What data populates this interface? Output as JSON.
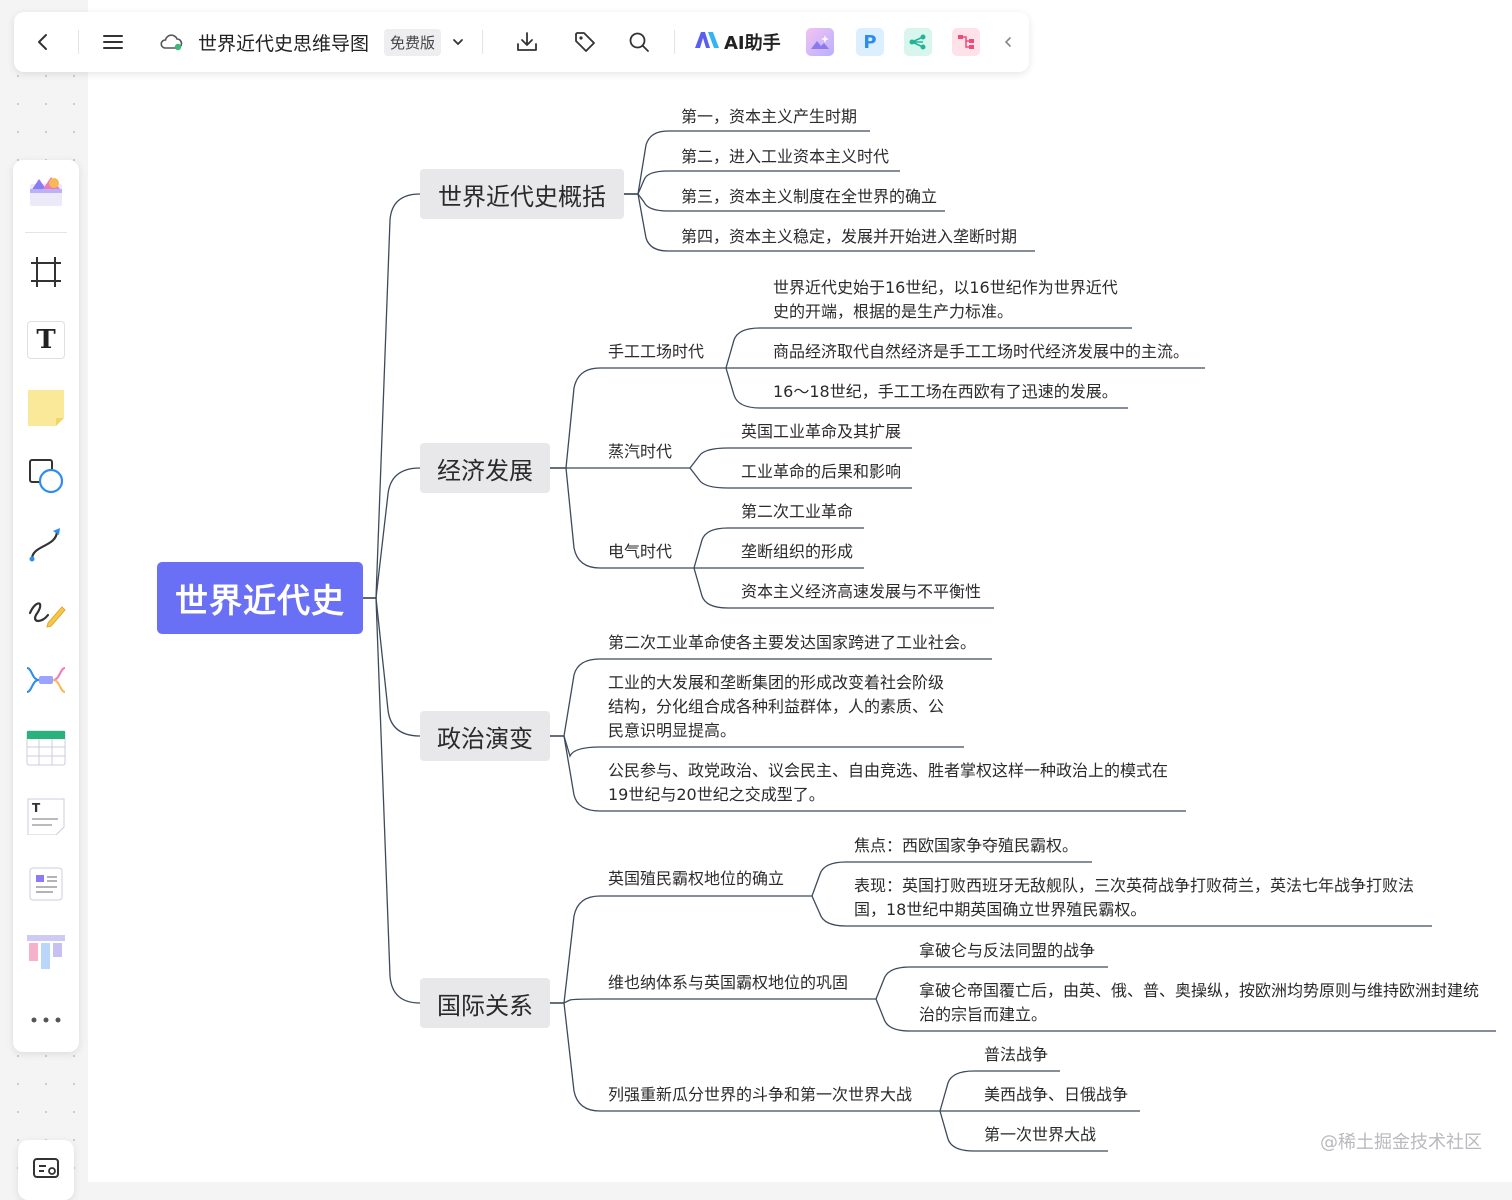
{
  "toolbar": {
    "title": "世界近代史思维导图",
    "plan_badge": "免费版",
    "ai_label": "AI助手",
    "icons": [
      "back-icon",
      "menu-icon",
      "cloud-sync-icon",
      "chevron-down-icon",
      "download-icon",
      "tag-icon",
      "search-icon",
      "ai-logo-icon",
      "image-gen-icon",
      "p-app-icon",
      "share-tree-icon",
      "mindmap-app-icon",
      "collapse-icon"
    ]
  },
  "left_toolbar": {
    "icons": [
      "template-icon",
      "frame-icon",
      "text-icon",
      "sticky-note-icon",
      "shape-icon",
      "connector-icon",
      "pen-icon",
      "mindmap-icon",
      "table-icon",
      "text-card-icon",
      "doc-card-icon",
      "kanban-icon",
      "more-icon"
    ]
  },
  "colors": {
    "accent": "#6a70f5",
    "node_bg": "#e8e8ea",
    "line": "#3e4a5c"
  },
  "mindmap": {
    "root": "世界近代史",
    "branches": [
      {
        "label": "世界近代史概括",
        "leaves": [
          "第一，资本主义产生时期",
          "第二，进入工业资本主义时代",
          "第三，资本主义制度在全世界的确立",
          "第四，资本主义稳定，发展并开始进入垄断时期"
        ]
      },
      {
        "label": "经济发展",
        "subs": [
          {
            "label": "手工工场时代",
            "leaves": [
              "世界近代史始于16世纪，以16世纪作为世界近代史的开端，根据的是生产力标准。",
              "商品经济取代自然经济是手工工场时代经济发展中的主流。",
              "16～18世纪，手工工场在西欧有了迅速的发展。"
            ]
          },
          {
            "label": "蒸汽时代",
            "leaves": [
              "英国工业革命及其扩展",
              "工业革命的后果和影响"
            ]
          },
          {
            "label": "电气时代",
            "leaves": [
              "第二次工业革命",
              "垄断组织的形成",
              "资本主义经济高速发展与不平衡性"
            ]
          }
        ]
      },
      {
        "label": "政治演变",
        "leaves": [
          "第二次工业革命使各主要发达国家跨进了工业社会。",
          "工业的大发展和垄断集团的形成改变着社会阶级结构，分化组合成各种利益群体，人的素质、公民意识明显提高。",
          "公民参与、政党政治、议会民主、自由竞选、胜者掌权这样一种政治上的模式在19世纪与20世纪之交成型了。"
        ]
      },
      {
        "label": "国际关系",
        "subs": [
          {
            "label": "英国殖民霸权地位的确立",
            "leaves": [
              "焦点：西欧国家争夺殖民霸权。",
              "表现：英国打败西班牙无敌舰队，三次英荷战争打败荷兰，英法七年战争打败法国，18世纪中期英国确立世界殖民霸权。"
            ]
          },
          {
            "label": "维也纳体系与英国霸权地位的巩固",
            "leaves": [
              "拿破仑与反法同盟的战争",
              "拿破仑帝国覆亡后，由英、俄、普、奥操纵，按欧洲均势原则与维持欧洲封建统治的宗旨而建立。"
            ]
          },
          {
            "label": "列强重新瓜分世界的斗争和第一次世界大战",
            "leaves": [
              "普法战争",
              "美西战争、日俄战争",
              "第一次世界大战"
            ]
          }
        ]
      }
    ]
  },
  "watermark": "@稀土掘金技术社区"
}
